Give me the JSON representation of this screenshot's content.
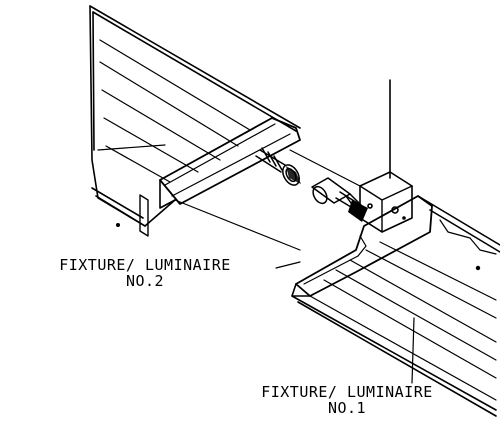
{
  "labels": {
    "fixture_2": {
      "line1": "FIXTURE/ LUMINAIRE",
      "line2": "NO.2"
    },
    "fixture_1": {
      "line1": "FIXTURE/ LUMINAIRE",
      "line2": "NO.1"
    }
  },
  "colors": {
    "ink": "#000000",
    "paper": "#ffffff"
  }
}
